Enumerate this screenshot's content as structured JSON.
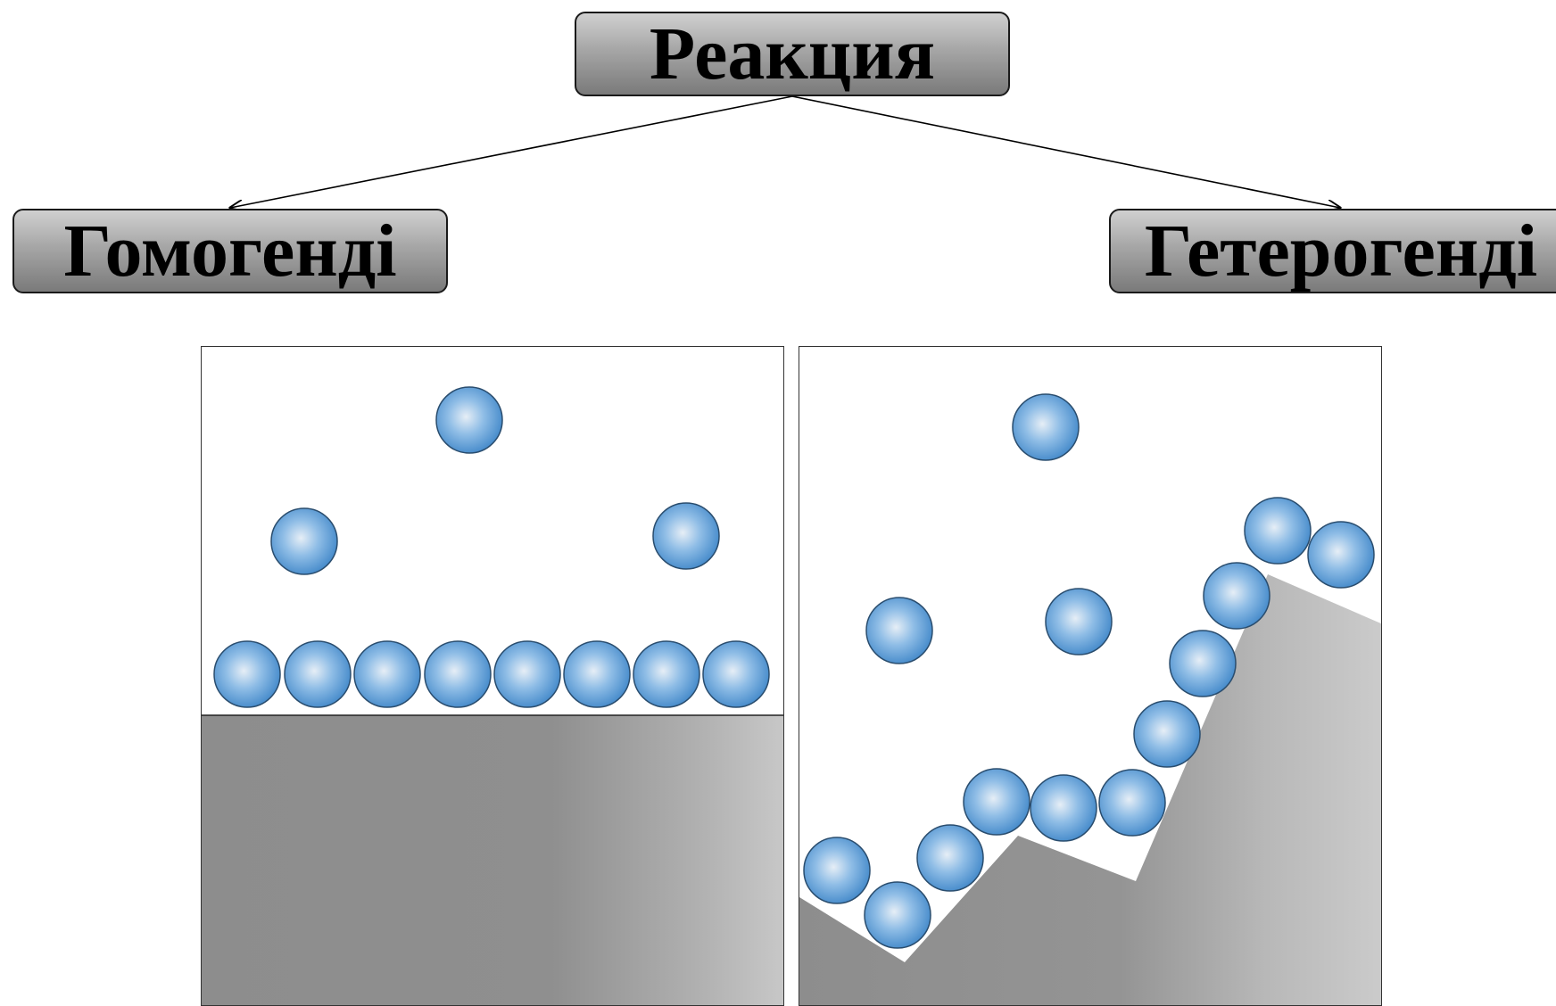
{
  "diagram": {
    "root": {
      "label": "Реакция"
    },
    "left": {
      "label": "Гомогенді"
    },
    "right": {
      "label": "Гетерогенді"
    }
  },
  "colors": {
    "box_fill": "#a6a6a6",
    "particle": "#6aaee6",
    "solid": "#9a9a9a"
  }
}
